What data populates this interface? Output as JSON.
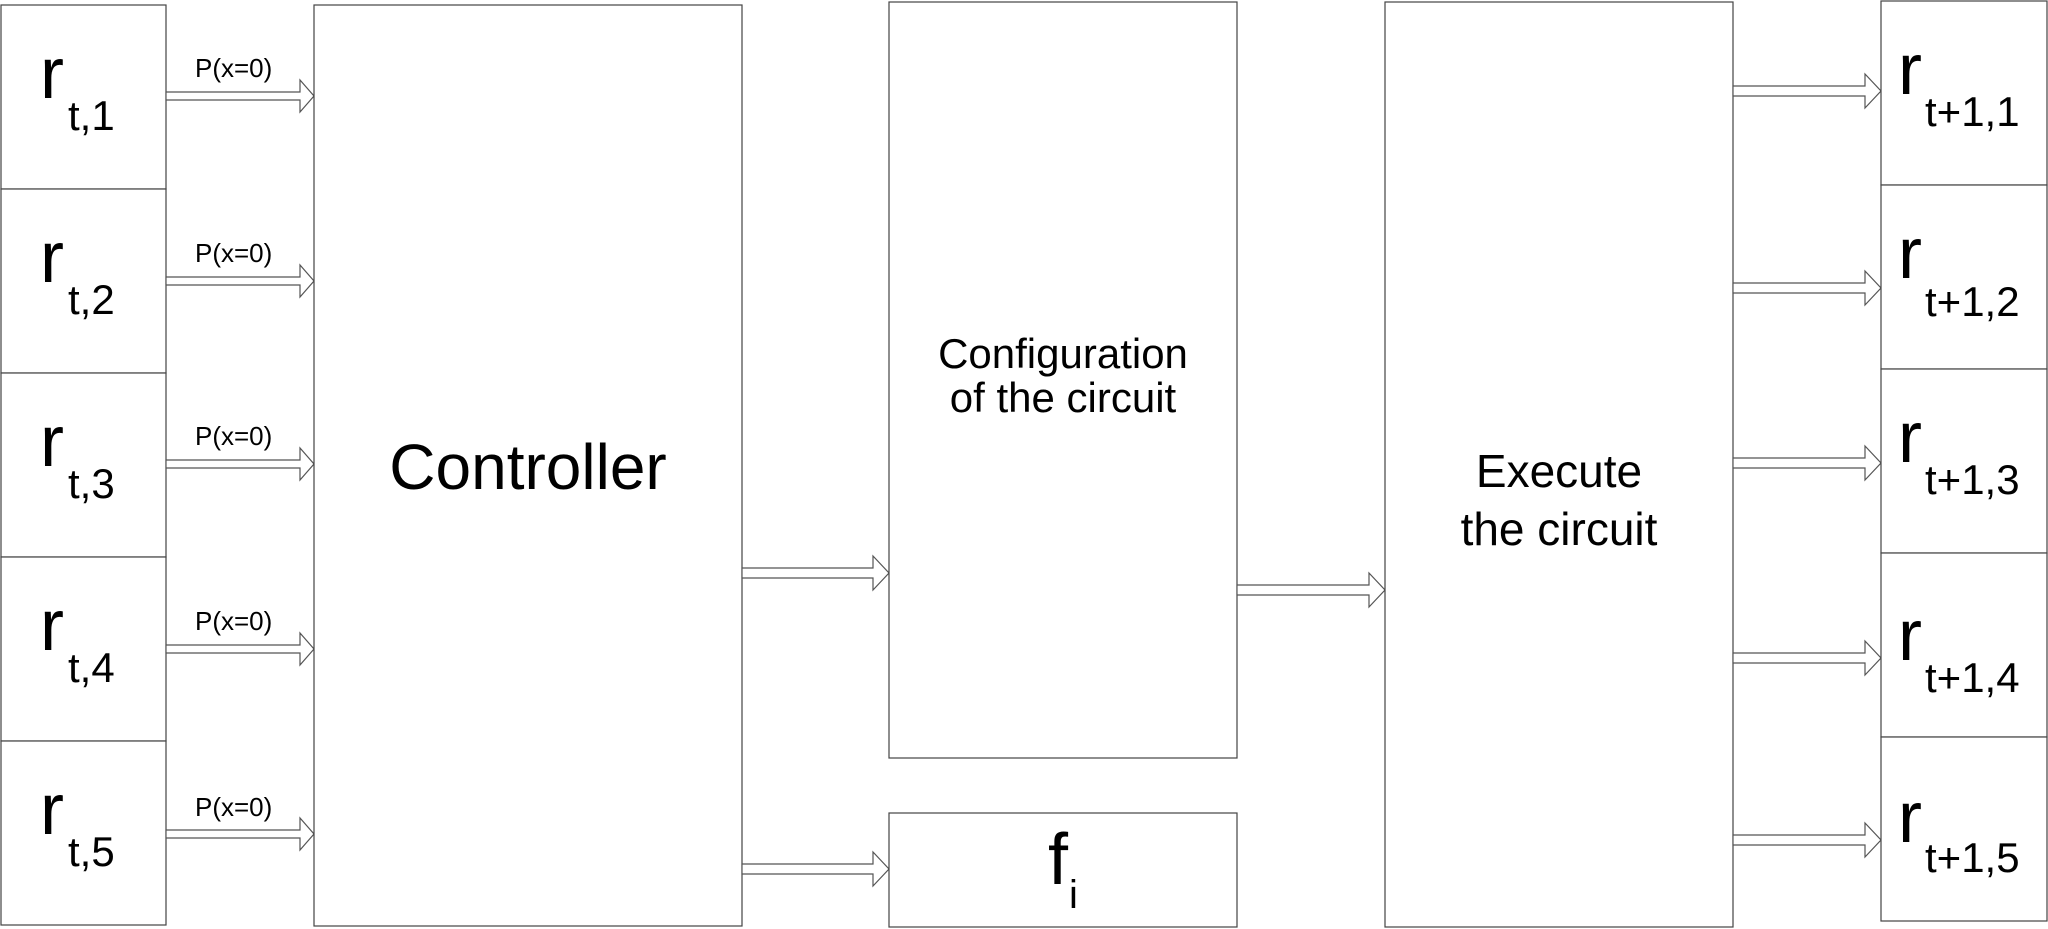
{
  "registers_in": [
    {
      "base": "r",
      "sub": "t,1",
      "arrow_label": "P(x=0)"
    },
    {
      "base": "r",
      "sub": "t,2",
      "arrow_label": "P(x=0)"
    },
    {
      "base": "r",
      "sub": "t,3",
      "arrow_label": "P(x=0)"
    },
    {
      "base": "r",
      "sub": "t,4",
      "arrow_label": "P(x=0)"
    },
    {
      "base": "r",
      "sub": "t,5",
      "arrow_label": "P(x=0)"
    }
  ],
  "controller": {
    "label": "Controller"
  },
  "configuration": {
    "line1": "Configuration",
    "line2": "of the circuit"
  },
  "fi": {
    "base": "f",
    "sub": "i"
  },
  "execute": {
    "line1": "Execute",
    "line2": "the circuit"
  },
  "registers_out": [
    {
      "base": "r",
      "sub": "t+1,1"
    },
    {
      "base": "r",
      "sub": "t+1,2"
    },
    {
      "base": "r",
      "sub": "t+1,3"
    },
    {
      "base": "r",
      "sub": "t+1,4"
    },
    {
      "base": "r",
      "sub": "t+1,5"
    }
  ]
}
